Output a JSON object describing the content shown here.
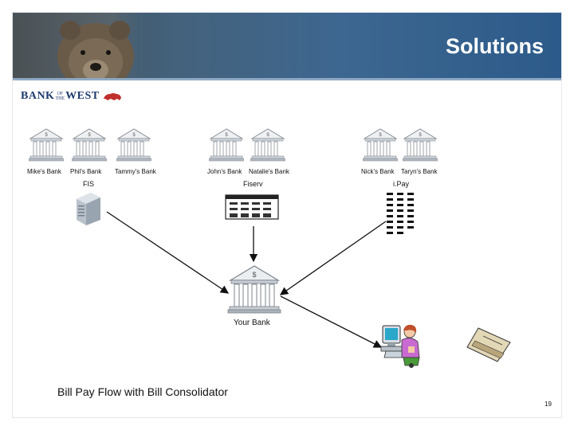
{
  "slide": {
    "title": "Solutions",
    "logo_text": "BANK — WEST",
    "caption": "Bill Pay Flow with Bill Consolidator",
    "page_number": "19"
  },
  "processors": [
    {
      "label": "FIS",
      "banks": [
        "Mike's Bank",
        "Phil's Bank",
        "Tammy's Bank"
      ]
    },
    {
      "label": "Fiserv",
      "banks": [
        "John's Bank",
        "Natalie's Bank"
      ]
    },
    {
      "label": "i.Pay",
      "banks": [
        "Nick's Bank",
        "Taryn's Bank"
      ]
    }
  ],
  "your_bank": {
    "label": "Your Bank"
  },
  "colors": {
    "header": "#3d6790",
    "arrow": "#111111",
    "bank": "#8a8f96"
  }
}
